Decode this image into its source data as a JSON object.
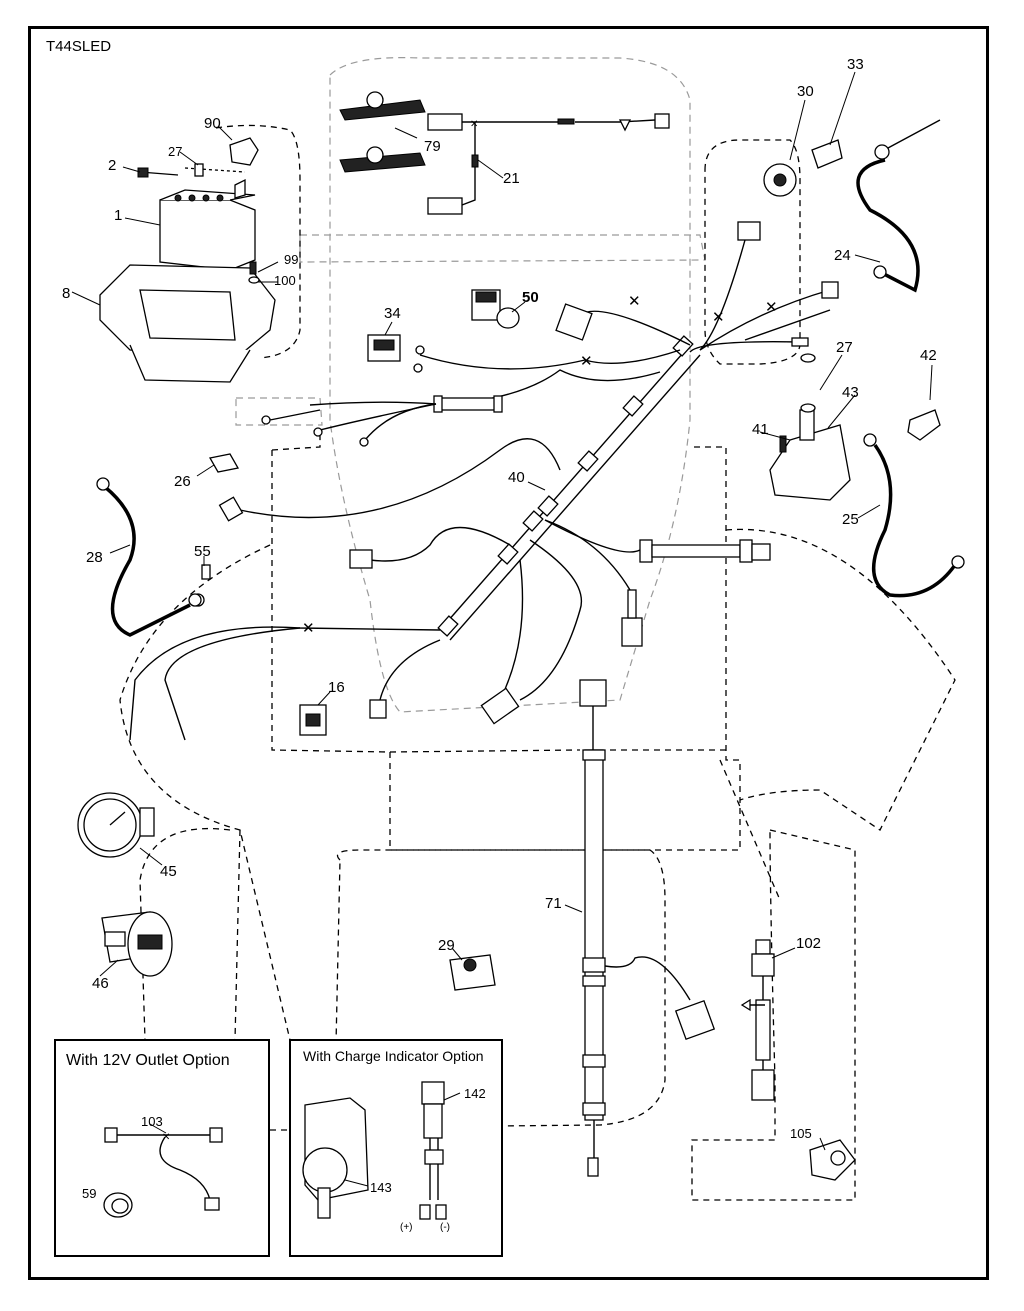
{
  "model": "T44SLED",
  "part_labels": {
    "p1": "1",
    "p2": "2",
    "p8": "8",
    "p16": "16",
    "p21": "21",
    "p24": "24",
    "p25": "25",
    "p26": "26",
    "p27a": "27",
    "p27b": "27",
    "p28": "28",
    "p29": "29",
    "p30": "30",
    "p33": "33",
    "p34": "34",
    "p40": "40",
    "p41": "41",
    "p42": "42",
    "p43": "43",
    "p45": "45",
    "p46": "46",
    "p50": "50",
    "p55": "55",
    "p59": "59",
    "p71": "71",
    "p79": "79",
    "p90": "90",
    "p99": "99",
    "p100": "100",
    "p102": "102",
    "p103": "103",
    "p105": "105",
    "p142": "142",
    "p143": "143"
  },
  "option_boxes": {
    "outlet_title": "With 12V Outlet Option",
    "charge_title": "With Charge Indicator Option"
  },
  "polarity": {
    "plus": "(+)",
    "minus": "(-)"
  }
}
